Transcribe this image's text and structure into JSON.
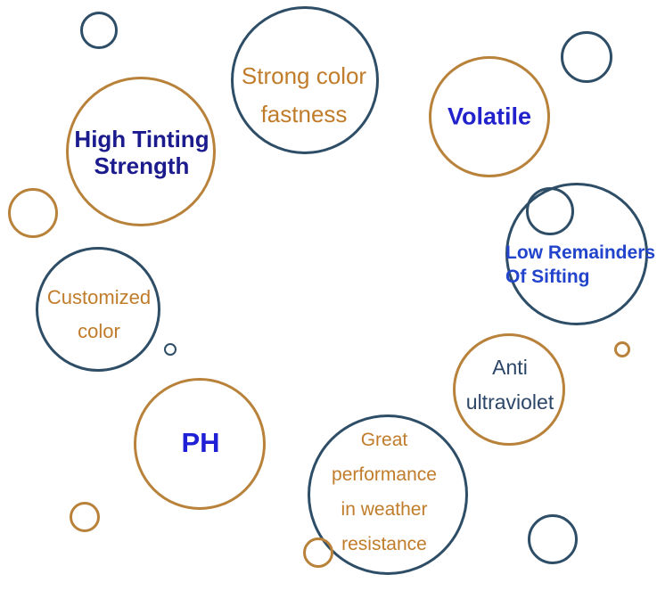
{
  "diagram": {
    "description": "Product feature bubble diagram",
    "background_color": "#ffffff",
    "palette": {
      "navy_ring": "#2e4d66",
      "orange_ring": "#b9823b",
      "orange_text": "#c07c2a",
      "blue_text": "#2222cc",
      "navy_text": "#1b1b8e",
      "slate_text": "#2c4668"
    },
    "bubbles": [
      {
        "name": "strong-color-fastness",
        "ring_color": "navy",
        "text_color": "orange",
        "lines": [
          "Strong color",
          "fastness"
        ]
      },
      {
        "name": "volatile",
        "ring_color": "orange",
        "text_color": "blue",
        "lines": [
          "Volatile"
        ]
      },
      {
        "name": "high-tinting-strength",
        "ring_color": "orange",
        "text_color": "navy",
        "lines": [
          "High Tinting",
          "Strength"
        ]
      },
      {
        "name": "low-remainders-of-sifting",
        "ring_color": "navy",
        "text_color": "blue",
        "lines": [
          "Low Remainders",
          "Of Sifting"
        ]
      },
      {
        "name": "customized-color",
        "ring_color": "navy",
        "text_color": "orange",
        "lines": [
          "Customized",
          "color"
        ]
      },
      {
        "name": "anti-ultraviolet",
        "ring_color": "orange",
        "text_color": "slate",
        "lines": [
          "Anti",
          "ultraviolet"
        ]
      },
      {
        "name": "ph",
        "ring_color": "orange",
        "text_color": "blue",
        "lines": [
          "PH"
        ]
      },
      {
        "name": "great-performance-weather",
        "ring_color": "navy",
        "text_color": "orange",
        "lines": [
          "Great",
          "performance",
          "in weather",
          "resistance"
        ]
      }
    ],
    "decor_circles": [
      {
        "name": "decor-circle-top-left",
        "color": "navy"
      },
      {
        "name": "decor-circle-top-right",
        "color": "navy"
      },
      {
        "name": "decor-circle-left",
        "color": "orange"
      },
      {
        "name": "decor-circle-on-sifting",
        "color": "navy"
      },
      {
        "name": "decor-circle-tiny-center",
        "color": "navy"
      },
      {
        "name": "decor-circle-right",
        "color": "orange"
      },
      {
        "name": "decor-circle-bottom-left",
        "color": "orange"
      },
      {
        "name": "decor-circle-on-great",
        "color": "orange"
      },
      {
        "name": "decor-circle-bottom-right",
        "color": "navy"
      }
    ]
  }
}
